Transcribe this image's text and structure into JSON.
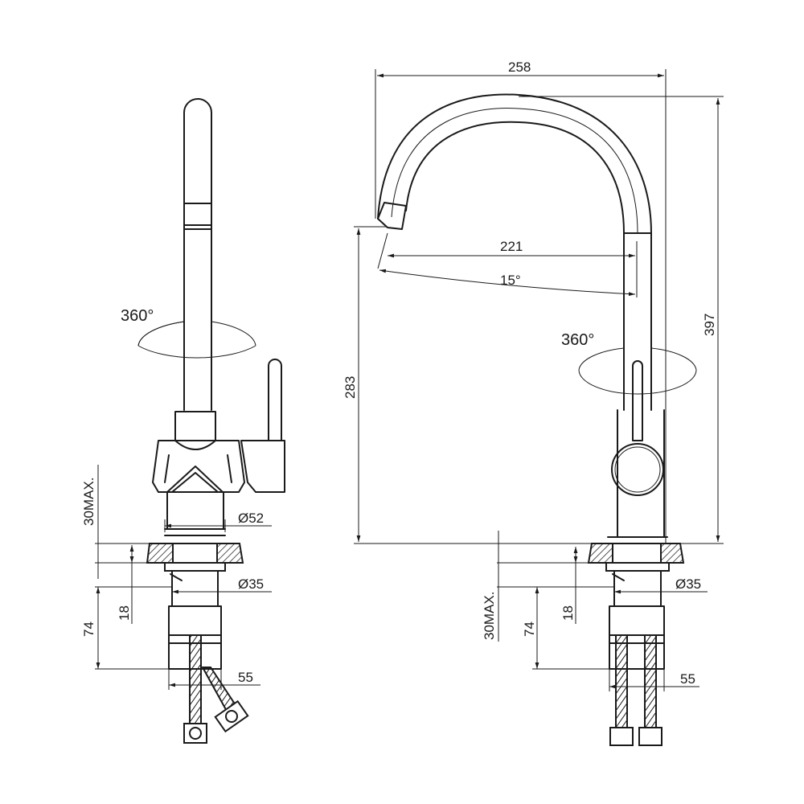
{
  "drawing": {
    "side_view": {
      "rotation": "360°",
      "base_diameter": "Ø52",
      "shank_diameter": "Ø35",
      "max_thickness": "30MAX.",
      "dim_18": "18",
      "dim_74": "74",
      "dim_55": "55"
    },
    "front_view": {
      "width_overall": "258",
      "spout_reach": "221",
      "spout_angle": "15°",
      "height_overall": "397",
      "spout_height": "283",
      "rotation": "360°",
      "shank_diameter": "Ø35",
      "max_thickness": "30MAX.",
      "dim_18": "18",
      "dim_74": "74",
      "dim_55": "55"
    }
  }
}
